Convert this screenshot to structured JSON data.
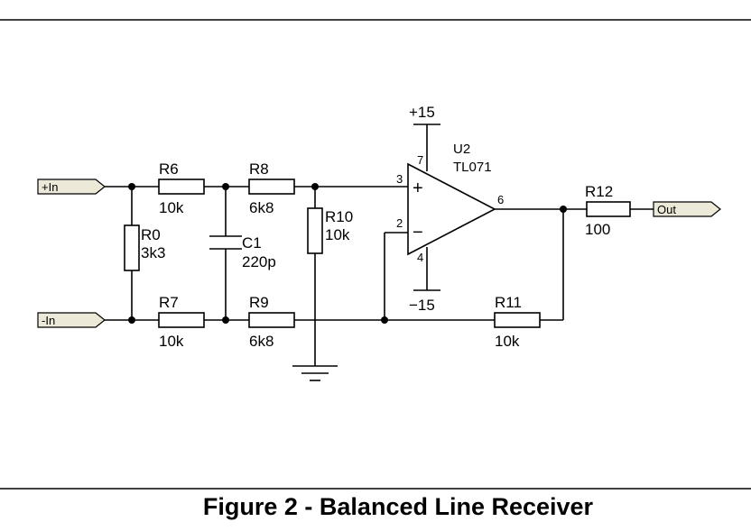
{
  "ports": {
    "in_plus": "+In",
    "in_minus": "-In",
    "out": "Out"
  },
  "components": {
    "r6": {
      "ref": "R6",
      "value": "10k"
    },
    "r7": {
      "ref": "R7",
      "value": "10k"
    },
    "r8": {
      "ref": "R8",
      "value": "6k8"
    },
    "r9": {
      "ref": "R9",
      "value": "6k8"
    },
    "r0": {
      "ref": "R0",
      "value": "3k3"
    },
    "c1": {
      "ref": "C1",
      "value": "220p"
    },
    "r10": {
      "ref": "R10",
      "value": "10k"
    },
    "r11": {
      "ref": "R11",
      "value": "10k"
    },
    "r12": {
      "ref": "R12",
      "value": "100"
    },
    "u2": {
      "ref": "U2",
      "part": "TL071"
    }
  },
  "pins": {
    "noninv": "3",
    "inv": "2",
    "vpos": "7",
    "vneg": "4",
    "out": "6"
  },
  "signs": {
    "plus": "+",
    "minus": "−"
  },
  "supplies": {
    "positive": "+15",
    "negative": "−15"
  },
  "caption": "Figure 2 - Balanced Line Receiver"
}
